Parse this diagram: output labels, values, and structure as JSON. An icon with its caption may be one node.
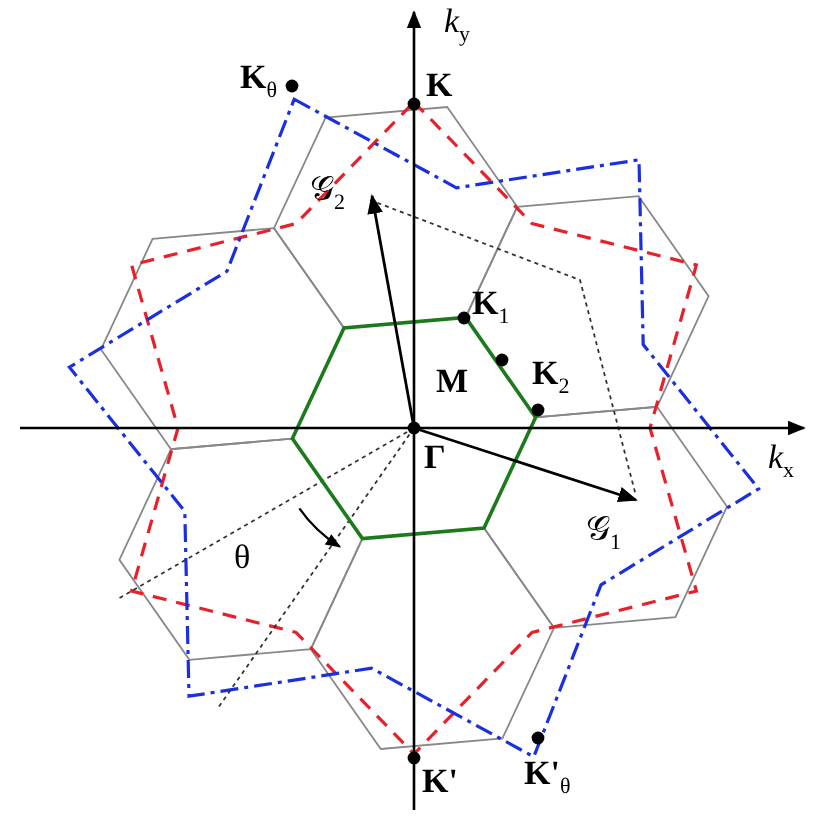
{
  "diagram": {
    "labels": [
      "*k*$_{y}$",
      "**K**$_{θ}$",
      "**K**",
      "𝒢$_{2}$",
      "**K**$_{1}$",
      "**M**",
      "**K**$_{2}$",
      "*k*$_{x}$",
      "Γ",
      "𝒢$_{1}$",
      "θ",
      "**K'**",
      "**K'**$_{θ}$"
    ]
  }
}
